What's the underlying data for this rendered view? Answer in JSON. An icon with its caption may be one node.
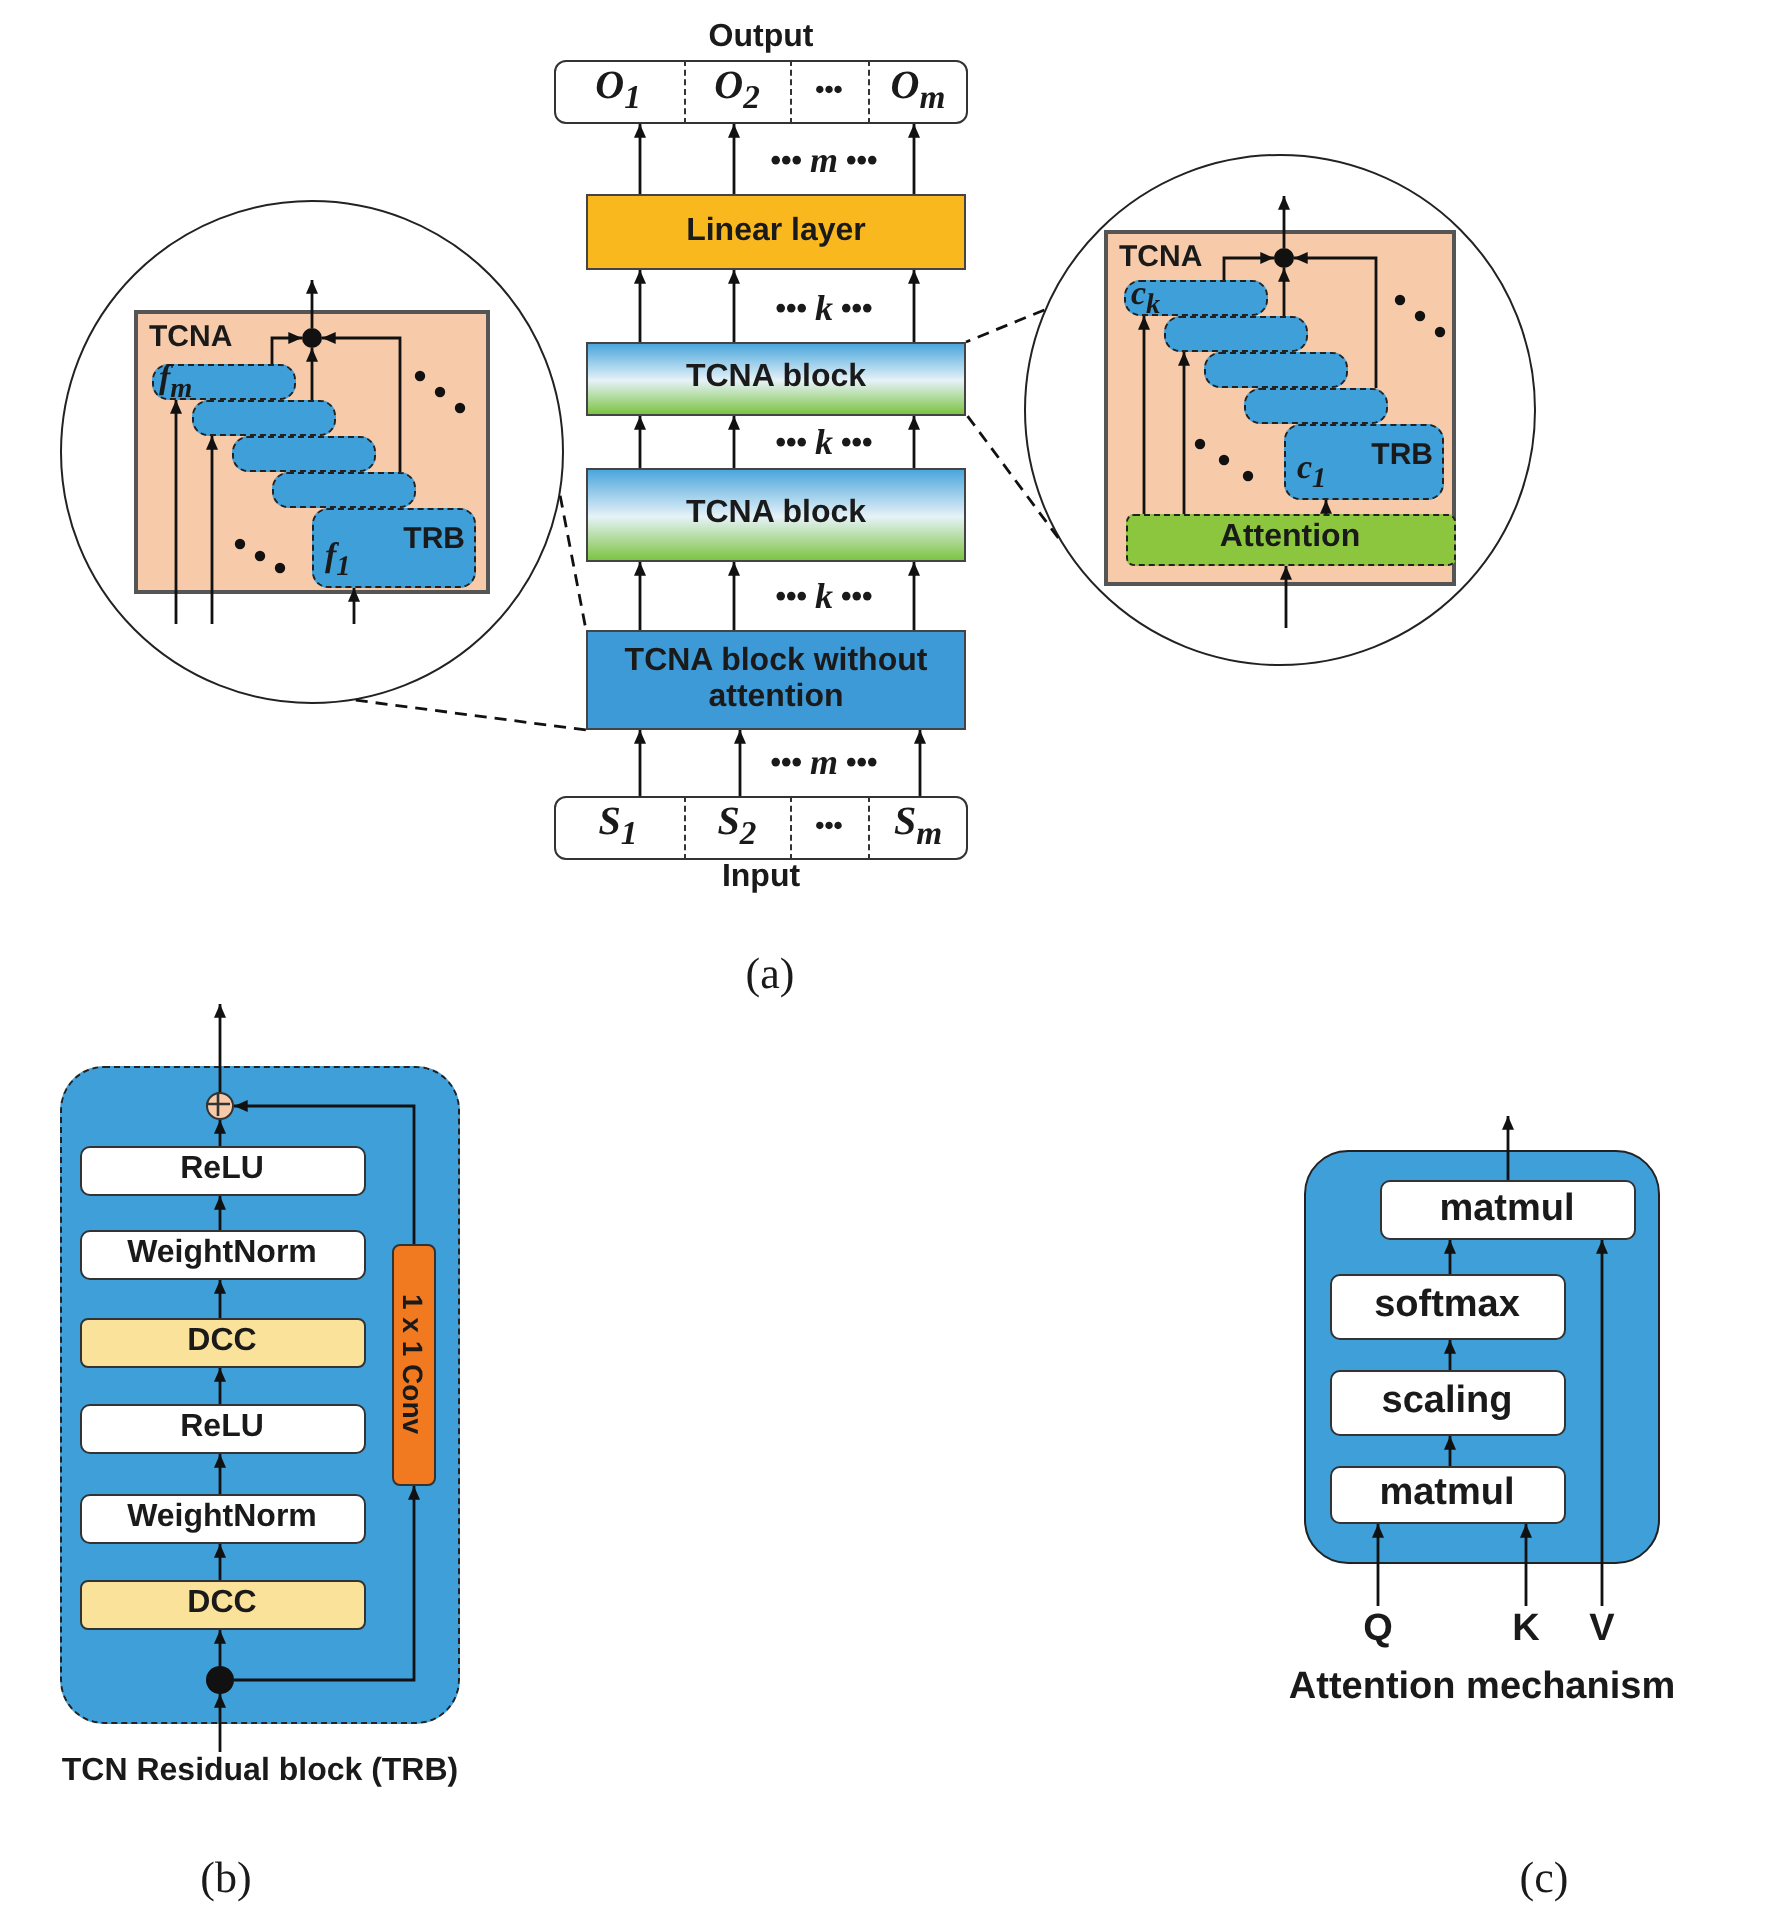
{
  "diagram": {
    "nodes": [
      {
        "text": [
          "Output"
        ]
      },
      {
        "text": [
          "O$_{1}$"
        ],
        "in": 0
      },
      {
        "text": [
          "O$_{2}$"
        ],
        "in": 0
      },
      {
        "text": [
          "•••"
        ],
        "in": 0
      },
      {
        "text": [
          "O$_{m}$"
        ],
        "in": 0
      },
      {
        "text": [
          "Linear layer"
        ]
      },
      {
        "text": [
          "TCNA block"
        ]
      },
      {
        "text": [
          "TCNA block"
        ]
      },
      {
        "text": [
          "TCNA block without attention"
        ]
      },
      {
        "text": [
          "Input"
        ]
      },
      {
        "text": [
          "S$_{1}$"
        ],
        "in": 9
      },
      {
        "text": [
          "S$_{2}$"
        ],
        "in": 9
      },
      {
        "text": [
          "•••"
        ],
        "in": 9
      },
      {
        "text": [
          "S$_{m}$"
        ],
        "in": 9
      },
      {
        "text": [],
        "shape": "circle"
      },
      {
        "text": [
          "TCNA"
        ],
        "in": 14
      },
      {
        "text": [
          "f$_{m}$"
        ],
        "in": 15
      },
      {
        "text": [],
        "shape": "box",
        "in": 15
      },
      {
        "text": [],
        "shape": "box",
        "in": 15
      },
      {
        "text": [],
        "shape": "box",
        "in": 15
      },
      {
        "text": [
          "TRB",
          "f$_{1}$"
        ],
        "in": 15
      },
      {
        "text": [],
        "shape": "circle",
        "in": 15
      },
      {
        "text": [],
        "shape": "circle"
      },
      {
        "text": [
          "TCNA"
        ],
        "in": 22
      },
      {
        "text": [
          "c$_{k}$"
        ],
        "in": 23
      },
      {
        "text": [],
        "shape": "box",
        "in": 23
      },
      {
        "text": [],
        "shape": "box",
        "in": 23
      },
      {
        "text": [],
        "shape": "box",
        "in": 23
      },
      {
        "text": [
          "TRB",
          "c$_{1}$"
        ],
        "in": 23
      },
      {
        "text": [
          "Attention"
        ],
        "in": 23
      },
      {
        "text": [],
        "shape": "circle",
        "in": 23
      },
      {
        "text": [
          "TCN Residual block (TRB)"
        ]
      },
      {
        "text": [
          "ReLU"
        ],
        "in": 31
      },
      {
        "text": [
          "WeightNorm"
        ],
        "in": 31
      },
      {
        "text": [
          "DCC"
        ],
        "in": 31
      },
      {
        "text": [
          "ReLU"
        ],
        "in": 31
      },
      {
        "text": [
          "WeightNorm"
        ],
        "in": 31
      },
      {
        "text": [
          "DCC"
        ],
        "in": 31
      },
      {
        "text": [
          "1 x 1 Conv"
        ],
        "in": 31
      },
      {
        "text": [],
        "shape": "circle",
        "in": 31
      },
      {
        "text": [],
        "shape": "circle",
        "in": 31
      },
      {
        "text": [
          "Attention mechanism"
        ]
      },
      {
        "text": [
          "matmul"
        ],
        "in": 41
      },
      {
        "text": [
          "softmax"
        ],
        "in": 41
      },
      {
        "text": [
          "scaling"
        ],
        "in": 41
      },
      {
        "text": [
          "matmul"
        ],
        "in": 41
      },
      {
        "text": [
          "Q"
        ]
      },
      {
        "text": [
          "K"
        ]
      },
      {
        "text": [
          "V"
        ]
      }
    ],
    "edges": [
      {
        "from": 5,
        "to": 1,
        "arrow": "to"
      },
      {
        "from": 5,
        "to": 2,
        "arrow": "to"
      },
      {
        "from": 5,
        "to": 4,
        "arrow": "to"
      },
      {
        "from": 6,
        "to": 5,
        "arrow": "to"
      },
      {
        "from": 6,
        "to": 5,
        "arrow": "to"
      },
      {
        "from": 6,
        "to": 5,
        "arrow": "to"
      },
      {
        "from": 7,
        "to": 6,
        "arrow": "to"
      },
      {
        "from": 7,
        "to": 6,
        "arrow": "to"
      },
      {
        "from": 7,
        "to": 6,
        "arrow": "to"
      },
      {
        "from": 8,
        "to": 7,
        "arrow": "to"
      },
      {
        "from": 8,
        "to": 7,
        "arrow": "to"
      },
      {
        "from": 8,
        "to": 7,
        "arrow": "to"
      },
      {
        "from": 10,
        "to": 8,
        "arrow": "to"
      },
      {
        "from": 11,
        "to": 8,
        "arrow": "to"
      },
      {
        "from": 13,
        "to": 8,
        "arrow": "to"
      },
      {
        "from": 14,
        "to": 8,
        "arrow": "none",
        "style": "dashed"
      },
      {
        "from": 14,
        "to": 8,
        "arrow": "none",
        "style": "dashed"
      },
      {
        "from": 22,
        "to": 6,
        "arrow": "none",
        "style": "dashed"
      },
      {
        "from": 22,
        "to": 6,
        "arrow": "none",
        "style": "dashed"
      },
      {
        "from": null,
        "to": 16,
        "arrow": "to"
      },
      {
        "from": null,
        "to": 17,
        "arrow": "to"
      },
      {
        "from": null,
        "to": 20,
        "arrow": "to"
      },
      {
        "from": 16,
        "to": 21,
        "arrow": "to"
      },
      {
        "from": 17,
        "to": 21,
        "arrow": "to"
      },
      {
        "from": 19,
        "to": 21,
        "arrow": "to"
      },
      {
        "from": 21,
        "to": null,
        "arrow": "to"
      },
      {
        "from": null,
        "to": 29,
        "arrow": "to"
      },
      {
        "from": 29,
        "to": 24,
        "arrow": "to"
      },
      {
        "from": 29,
        "to": 25,
        "arrow": "to"
      },
      {
        "from": 29,
        "to": 28,
        "arrow": "to"
      },
      {
        "from": 24,
        "to": 30,
        "arrow": "to"
      },
      {
        "from": 25,
        "to": 30,
        "arrow": "to"
      },
      {
        "from": 27,
        "to": 30,
        "arrow": "to"
      },
      {
        "from": 30,
        "to": null,
        "arrow": "to"
      },
      {
        "from": null,
        "to": 40,
        "arrow": "to"
      },
      {
        "from": 40,
        "to": 37,
        "arrow": "to"
      },
      {
        "from": 37,
        "to": 36,
        "arrow": "to"
      },
      {
        "from": 36,
        "to": 35,
        "arrow": "to"
      },
      {
        "from": 35,
        "to": 34,
        "arrow": "to"
      },
      {
        "from": 34,
        "to": 33,
        "arrow": "to"
      },
      {
        "from": 33,
        "to": 32,
        "arrow": "to"
      },
      {
        "from": 32,
        "to": 39,
        "arrow": "to"
      },
      {
        "from": 39,
        "to": null,
        "arrow": "to"
      },
      {
        "from": 40,
        "to": 38,
        "arrow": "to"
      },
      {
        "from": 38,
        "to": 39,
        "arrow": "to"
      },
      {
        "from": 46,
        "to": 45,
        "arrow": "to"
      },
      {
        "from": 47,
        "to": 45,
        "arrow": "to"
      },
      {
        "from": 48,
        "to": 42,
        "arrow": "to"
      },
      {
        "from": 45,
        "to": 44,
        "arrow": "to"
      },
      {
        "from": 44,
        "to": 43,
        "arrow": "to"
      },
      {
        "from": 43,
        "to": 42,
        "arrow": "to"
      },
      {
        "from": 42,
        "to": null,
        "arrow": "to"
      }
    ],
    "labels": [
      "••• *m* •••",
      "••• *k* •••",
      "••• *k* •••",
      "••• *k* •••",
      "••• *m* •••",
      "(a)",
      "(b)",
      "(c)"
    ]
  }
}
